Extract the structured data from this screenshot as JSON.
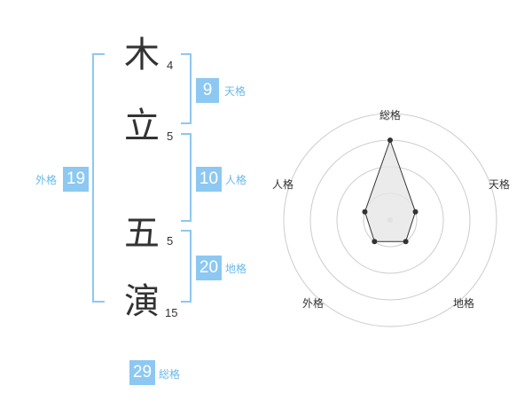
{
  "name": {
    "characters": [
      {
        "char": "木",
        "strokes": "4"
      },
      {
        "char": "立",
        "strokes": "5"
      },
      {
        "char": "五",
        "strokes": "5"
      },
      {
        "char": "演",
        "strokes": "15"
      }
    ]
  },
  "fortune": {
    "tenkaku": {
      "value": "9",
      "label": "天格"
    },
    "jinkaku": {
      "value": "10",
      "label": "人格"
    },
    "chikaku": {
      "value": "20",
      "label": "地格"
    },
    "gaikaku": {
      "value": "19",
      "label": "外格"
    },
    "soukaku": {
      "value": "29",
      "label": "総格"
    }
  },
  "radar": {
    "axes": [
      "総格",
      "天格",
      "地格",
      "外格",
      "人格"
    ],
    "rings": 4,
    "values": [
      3,
      1,
      1,
      1,
      1
    ],
    "max": 4,
    "colors": {
      "ring": "#cccccc",
      "fill": "#e6e6e6",
      "stroke": "#333333",
      "center": "#cccccc"
    }
  },
  "colors": {
    "accent": "#8cc8f2",
    "accent_text": "#6ab8ea"
  }
}
